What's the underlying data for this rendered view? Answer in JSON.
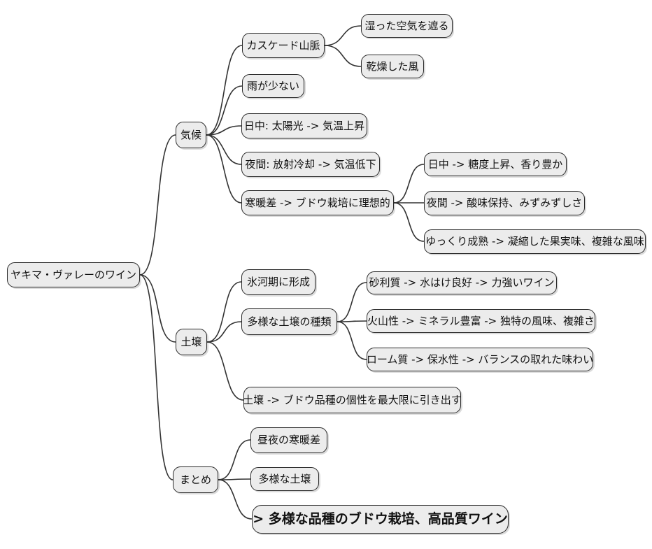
{
  "diagram": {
    "type": "mindmap",
    "direction": "left-to-right",
    "colors": {
      "background": "#ffffff",
      "node_fill": "#ececec",
      "node_border": "#2b2b2b",
      "edge_stroke": "#333333",
      "text": "#111111"
    }
  },
  "nodes": {
    "root": "ヤキマ・ヴァレーのワイン",
    "climate": "気候",
    "cascade": "カスケード山脈",
    "moist_air": "湿った空気を遮る",
    "dry_wind": "乾燥した風",
    "low_rain": "雨が少ない",
    "daytime": "日中: 太陽光 -> 気温上昇",
    "nighttime": "夜間: 放射冷却 -> 気温低下",
    "temp_diff": "寒暖差 -> ブドウ栽培に理想的",
    "day_sugar": "日中 -> 糖度上昇、香り豊か",
    "night_acid": "夜間 -> 酸味保持、みずみずしさ",
    "slow_ripen": "ゆっくり成熟 -> 凝縮した果実味、複雑な風味",
    "soil": "土壌",
    "glacial": "氷河期に形成",
    "soil_types": "多様な土壌の種類",
    "gravel": "砂利質 -> 水はけ良好 -> 力強いワイン",
    "volcanic": "火山性 -> ミネラル豊富 -> 独特の風味、複雑さ",
    "loam": "ローム質 -> 保水性 -> バランスの取れた味わい",
    "soil_character": "土壌 -> ブドウ品種の個性を最大限に引き出す",
    "summary": "まとめ",
    "day_night_diff": "昼夜の寒暖差",
    "diverse_soil": "多様な土壌",
    "conclusion": "> 多様な品種のブドウ栽培、高品質ワイン"
  },
  "edges": [
    {
      "from": "root",
      "to": "climate"
    },
    {
      "from": "root",
      "to": "soil"
    },
    {
      "from": "root",
      "to": "summary"
    },
    {
      "from": "climate",
      "to": "cascade"
    },
    {
      "from": "climate",
      "to": "low_rain"
    },
    {
      "from": "climate",
      "to": "daytime"
    },
    {
      "from": "climate",
      "to": "nighttime"
    },
    {
      "from": "climate",
      "to": "temp_diff"
    },
    {
      "from": "cascade",
      "to": "moist_air"
    },
    {
      "from": "cascade",
      "to": "dry_wind"
    },
    {
      "from": "temp_diff",
      "to": "day_sugar"
    },
    {
      "from": "temp_diff",
      "to": "night_acid"
    },
    {
      "from": "temp_diff",
      "to": "slow_ripen"
    },
    {
      "from": "soil",
      "to": "glacial"
    },
    {
      "from": "soil",
      "to": "soil_types"
    },
    {
      "from": "soil",
      "to": "soil_character"
    },
    {
      "from": "soil_types",
      "to": "gravel"
    },
    {
      "from": "soil_types",
      "to": "volcanic"
    },
    {
      "from": "soil_types",
      "to": "loam"
    },
    {
      "from": "summary",
      "to": "day_night_diff"
    },
    {
      "from": "summary",
      "to": "diverse_soil"
    },
    {
      "from": "summary",
      "to": "conclusion"
    }
  ]
}
